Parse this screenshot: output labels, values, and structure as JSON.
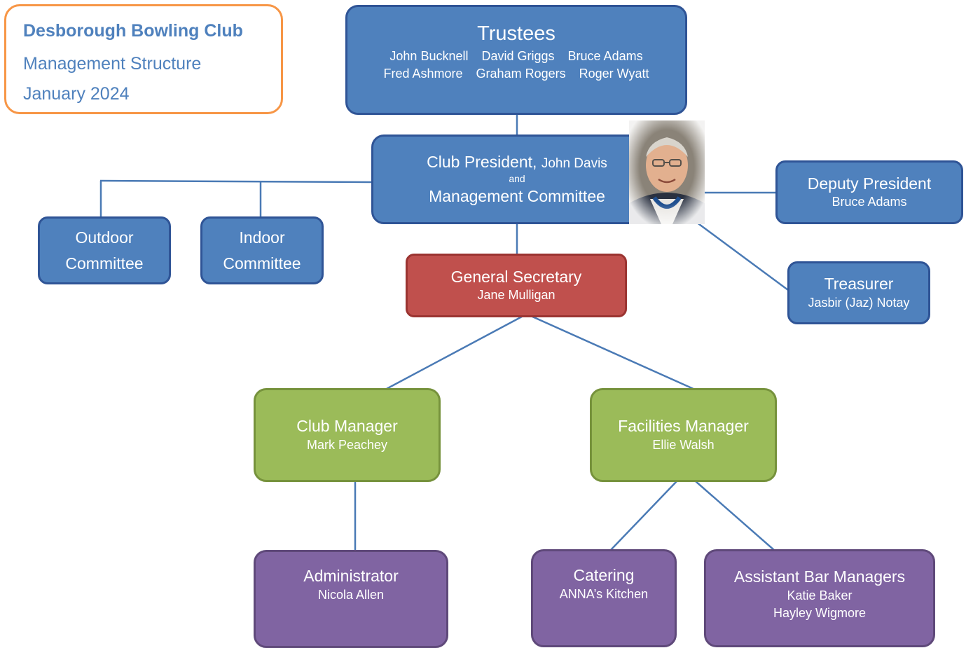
{
  "title_card": {
    "club": "Desborough Bowling Club",
    "subtitle": "Management Structure",
    "date": "January 2024"
  },
  "trustees": {
    "title": "Trustees",
    "row1": [
      "John Bucknell",
      "David Griggs",
      "Bruce Adams"
    ],
    "row2": [
      "Fred Ashmore",
      "Graham Rogers",
      "Roger Wyatt"
    ]
  },
  "president": {
    "title": "Club President,",
    "name": "John Davis",
    "and": "and",
    "committee": "Management Committee"
  },
  "outdoor": {
    "line1": "Outdoor",
    "line2": "Committee"
  },
  "indoor": {
    "line1": "Indoor",
    "line2": "Committee"
  },
  "deputy": {
    "title": "Deputy President",
    "name": "Bruce Adams"
  },
  "treasurer": {
    "title": "Treasurer",
    "name": "Jasbir (Jaz) Notay"
  },
  "secretary": {
    "title": "General Secretary",
    "name": "Jane Mulligan"
  },
  "club_manager": {
    "title": "Club Manager",
    "name": "Mark Peachey"
  },
  "facilities_manager": {
    "title": "Facilities Manager",
    "name": "Ellie Walsh"
  },
  "administrator": {
    "title": "Administrator",
    "name": "Nicola Allen"
  },
  "catering": {
    "title": "Catering",
    "name": "ANNA’s Kitchen"
  },
  "bar": {
    "title": "Assistant Bar Managers",
    "name1": "Katie Baker",
    "name2": "Hayley Wigmore"
  },
  "colors": {
    "blue": "#4f81bd",
    "red": "#c0504d",
    "green": "#9bbb59",
    "purple": "#8064a2",
    "orange_border": "#f79646",
    "connector": "#4a7ab5"
  }
}
